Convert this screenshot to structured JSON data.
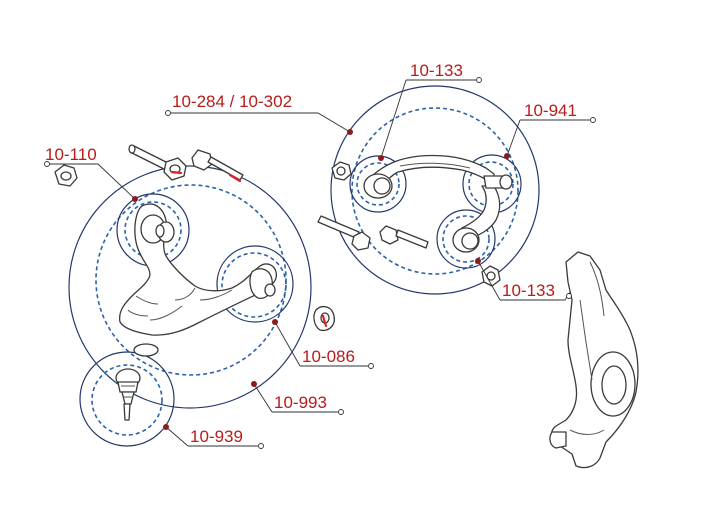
{
  "callouts": {
    "c_10_110": "10-110",
    "c_10_284": "10-284 / 10-302",
    "c_10_133_top": "10-133",
    "c_10_941": "10-941",
    "c_10_133_bottom": "10-133",
    "c_10_086": "10-086",
    "c_10_993": "10-993",
    "c_10_939": "10-939"
  },
  "colors": {
    "label": "#b81c1c",
    "circle_solid": "#23376b",
    "circle_dashed": "#2a63a8",
    "marker": "#d22222"
  }
}
